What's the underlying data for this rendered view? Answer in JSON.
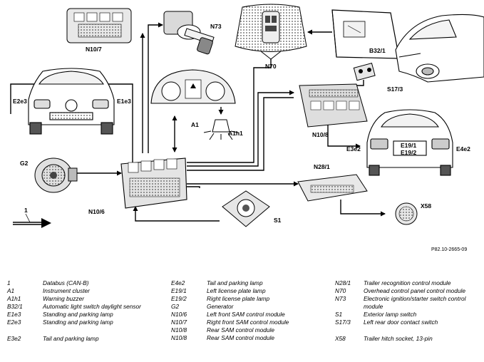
{
  "diagram": {
    "labels": {
      "n10_7": "N10/7",
      "n73": "N73",
      "n70": "N70",
      "b32_1": "B32/1",
      "e2e3": "E2e3",
      "e1e3": "E1e3",
      "a1": "A1",
      "a1h1": "A1h1",
      "s17_3": "S17/3",
      "n10_8": "N10/8",
      "e19_1": "E19/1",
      "e19_2": "E19/2",
      "e3e2": "E3e2",
      "e4e2": "E4e2",
      "g2": "G2",
      "n28_1": "N28/1",
      "n10_6": "N10/6",
      "x58": "X58",
      "s1": "S1",
      "databus_num": "1"
    },
    "figure_ref": "P82.10-2665-09"
  },
  "legend": {
    "col1": [
      {
        "code": "1",
        "desc": "Databus (CAN-B)"
      },
      {
        "code": "A1",
        "desc": "Instrument cluster"
      },
      {
        "code": "A1h1",
        "desc": "Warning buzzer"
      },
      {
        "code": "B32/1",
        "desc": "Automatic light switch daylight sensor"
      },
      {
        "code": "E1e3",
        "desc": "Standing and parking lamp"
      },
      {
        "code": "E2e3",
        "desc": "Standing and parking lamp"
      },
      {
        "code": "E3e2",
        "desc": "Tail and parking lamp"
      }
    ],
    "col2": [
      {
        "code": "E4e2",
        "desc": "Tail and parking lamp"
      },
      {
        "code": "E19/1",
        "desc": "Left license plate lamp"
      },
      {
        "code": "E19/2",
        "desc": "Right license plate lamp"
      },
      {
        "code": "G2",
        "desc": "Generator"
      },
      {
        "code": "N10/6",
        "desc": "Left front SAM control module"
      },
      {
        "code": "N10/7",
        "desc": "Right front SAM control module"
      },
      {
        "code": "N10/8",
        "desc": "Rear SAM control module"
      },
      {
        "code": "N10/8",
        "desc": "Rear SAM control module"
      }
    ],
    "col3": [
      {
        "code": "N28/1",
        "desc": "Trailer recognition control module"
      },
      {
        "code": "N70",
        "desc": "Overhead control panel control module"
      },
      {
        "code": "N73",
        "desc": "Electronic ignition/starter switch control module"
      },
      {
        "code": "S1",
        "desc": "Exterior lamp switch"
      },
      {
        "code": "S17/3",
        "desc": "Left rear door contact switch"
      },
      {
        "code": "X58",
        "desc": "Trailer hitch socket, 13-pin"
      }
    ]
  }
}
